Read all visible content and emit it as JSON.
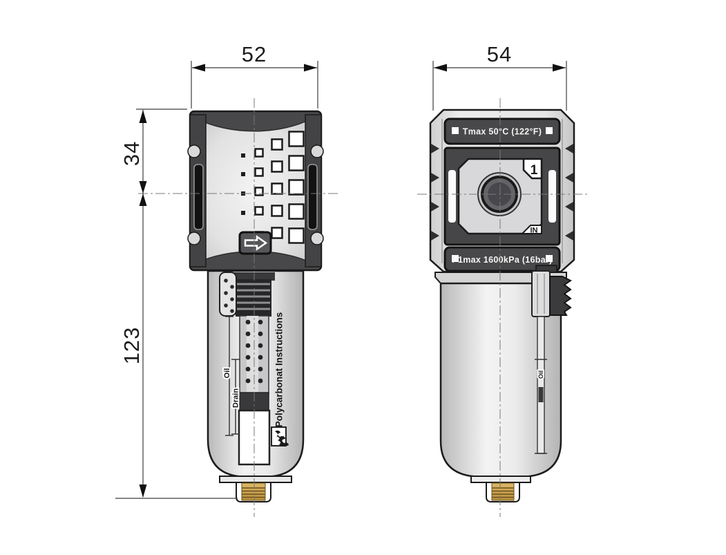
{
  "drawing": {
    "type": "technical-drawing-compressed-air-filter",
    "views": [
      "front",
      "side"
    ],
    "dimensions": {
      "front_width": "52",
      "side_width": "54",
      "head_height": "34",
      "body_height": "123"
    },
    "front_view": {
      "bowl_text": "Polycarbonat Instructions",
      "oil_label": "Oil",
      "drain_label": "Drain",
      "flow_icon": "right-arrow"
    },
    "side_view": {
      "temp_rating": "Tmax 50°C (122°F)",
      "pressure_rating": "P1max 1600kPa (16bar)",
      "port_number": "1",
      "port_label": "IN",
      "oil_label": "Oil"
    },
    "colors": {
      "body_dark": "#454547",
      "body_light": "#e9e9e9",
      "brass": "#c9a14b",
      "line": "#1c1c1c",
      "centerline": "#777777"
    }
  }
}
